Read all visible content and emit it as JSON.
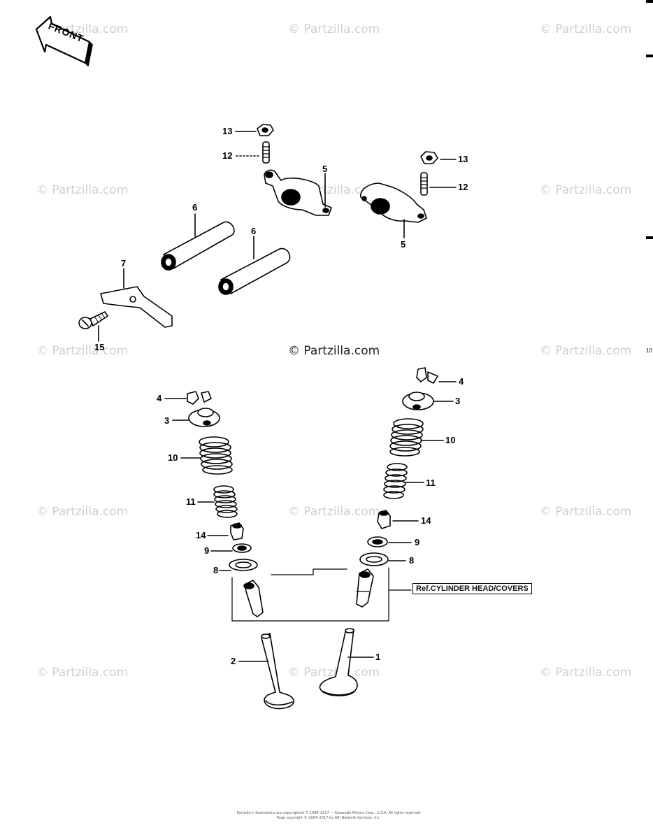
{
  "front_label": "FRONT",
  "watermark": "© Partzilla.com",
  "reference_label": "Ref.CYLINDER HEAD/COVERS",
  "side_code": "10",
  "copyright_lines": [
    "Partzilla’s illustrations are copyrighted © 1998–2017 — Kawasaki Motors Corp., U.S.A. All rights reserved",
    "Page copyright © 2004–2017 by ARI Network Services, Inc."
  ],
  "callouts": [
    {
      "id": "13",
      "text": "13"
    },
    {
      "id": "12",
      "text": "12"
    },
    {
      "id": "5",
      "text": "5"
    },
    {
      "id": "13b",
      "text": "13"
    },
    {
      "id": "12b",
      "text": "12"
    },
    {
      "id": "5b",
      "text": "5"
    },
    {
      "id": "6",
      "text": "6"
    },
    {
      "id": "6b",
      "text": "6"
    },
    {
      "id": "7",
      "text": "7"
    },
    {
      "id": "15",
      "text": "15"
    },
    {
      "id": "4",
      "text": "4"
    },
    {
      "id": "3",
      "text": "3"
    },
    {
      "id": "10",
      "text": "10"
    },
    {
      "id": "11",
      "text": "11"
    },
    {
      "id": "14",
      "text": "14"
    },
    {
      "id": "9",
      "text": "9"
    },
    {
      "id": "8",
      "text": "8"
    },
    {
      "id": "4b",
      "text": "4"
    },
    {
      "id": "3b",
      "text": "3"
    },
    {
      "id": "10b",
      "text": "10"
    },
    {
      "id": "11b",
      "text": "11"
    },
    {
      "id": "14b",
      "text": "14"
    },
    {
      "id": "9b",
      "text": "9"
    },
    {
      "id": "8b",
      "text": "8"
    },
    {
      "id": "2",
      "text": "2"
    },
    {
      "id": "1",
      "text": "1"
    }
  ]
}
